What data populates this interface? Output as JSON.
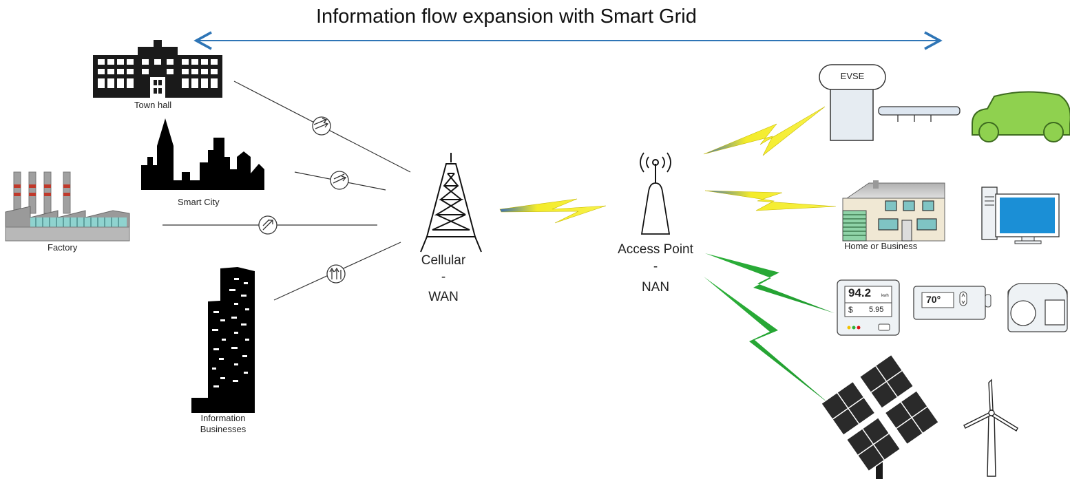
{
  "title": "Information flow expansion with Smart Grid",
  "nodes": {
    "town_hall": "Town hall",
    "smart_city": "Smart City",
    "factory": "Factory",
    "information_businesses": [
      "Information",
      "Businesses"
    ],
    "cellular": "Cellular",
    "cellular_dash": "-",
    "wan": "WAN",
    "access_point": "Access Point",
    "access_point_dash": "-",
    "nan": "NAN",
    "evse": "EVSE",
    "home_or_business": "Home or Business"
  },
  "devices": {
    "meter_reading": "94.2",
    "meter_unit": "kwh",
    "meter_currency": "$",
    "meter_cost": "5.95",
    "thermostat_temp": "70°"
  },
  "colors": {
    "arrow": "#2e75b6",
    "bolt_yellow": "#f4ec2a",
    "bolt_green": "#2db13a",
    "ev_green": "#8fd14f",
    "screen_blue": "#1b8fd6"
  }
}
